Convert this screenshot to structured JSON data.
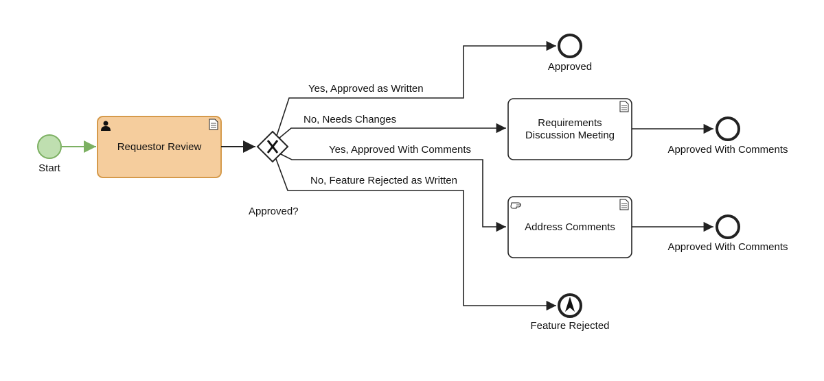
{
  "start_event": {
    "label": "Start"
  },
  "tasks": {
    "requestor_review": {
      "label": "Requestor Review",
      "type": "user-task",
      "fill": "#f5cd9d",
      "stroke": "#d59a4b"
    },
    "requirements_meeting": {
      "label_line1": "Requirements",
      "label_line2": "Discussion Meeting"
    },
    "address_comments": {
      "label": "Address Comments",
      "type": "manual-task"
    }
  },
  "gateway": {
    "label": "Approved?",
    "marker": "X"
  },
  "flows": {
    "yes_written": "Yes, Approved as Written",
    "no_changes": "No, Needs Changes",
    "yes_comments": "Yes, Approved With Comments",
    "no_rejected": "No, Feature Rejected as Written"
  },
  "end_events": {
    "approved": "Approved",
    "approved_comments_1": "Approved With Comments",
    "approved_comments_2": "Approved With Comments",
    "feature_rejected": "Feature Rejected"
  },
  "colors": {
    "start_fill": "#bfdfb0",
    "start_stroke": "#7cb062",
    "line": "#222222"
  }
}
